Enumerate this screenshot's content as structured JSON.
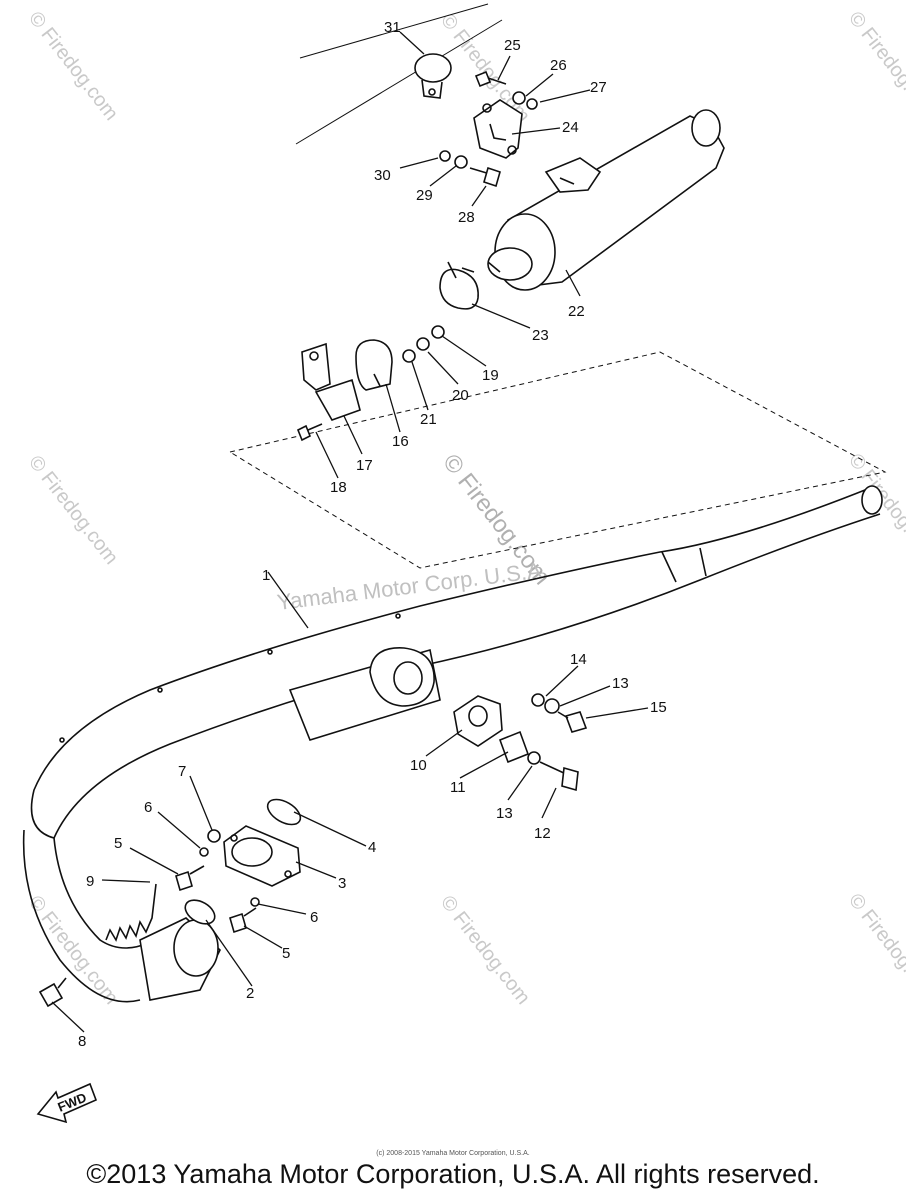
{
  "watermarks": {
    "site": "© Firedog.com",
    "owner": "Yamaha Motor Corp. U.S.A."
  },
  "direction_label": "FWD",
  "part_numbers": {
    "p1": "1",
    "p2": "2",
    "p3": "3",
    "p4": "4",
    "p5a": "5",
    "p5b": "5",
    "p6a": "6",
    "p6b": "6",
    "p7": "7",
    "p8": "8",
    "p9": "9",
    "p10": "10",
    "p11": "11",
    "p12": "12",
    "p13a": "13",
    "p13b": "13",
    "p14": "14",
    "p15": "15",
    "p16": "16",
    "p17": "17",
    "p18": "18",
    "p19": "19",
    "p20": "20",
    "p21": "21",
    "p22": "22",
    "p23": "23",
    "p24": "24",
    "p25": "25",
    "p26": "26",
    "p27": "27",
    "p28": "28",
    "p29": "29",
    "p30": "30",
    "p31": "31"
  },
  "footer": {
    "small_copyright": "(c) 2008-2015 Yamaha Motor Corporation, U.S.A.",
    "copyright": "©2013 Yamaha Motor Corporation, U.S.A. All rights reserved."
  }
}
